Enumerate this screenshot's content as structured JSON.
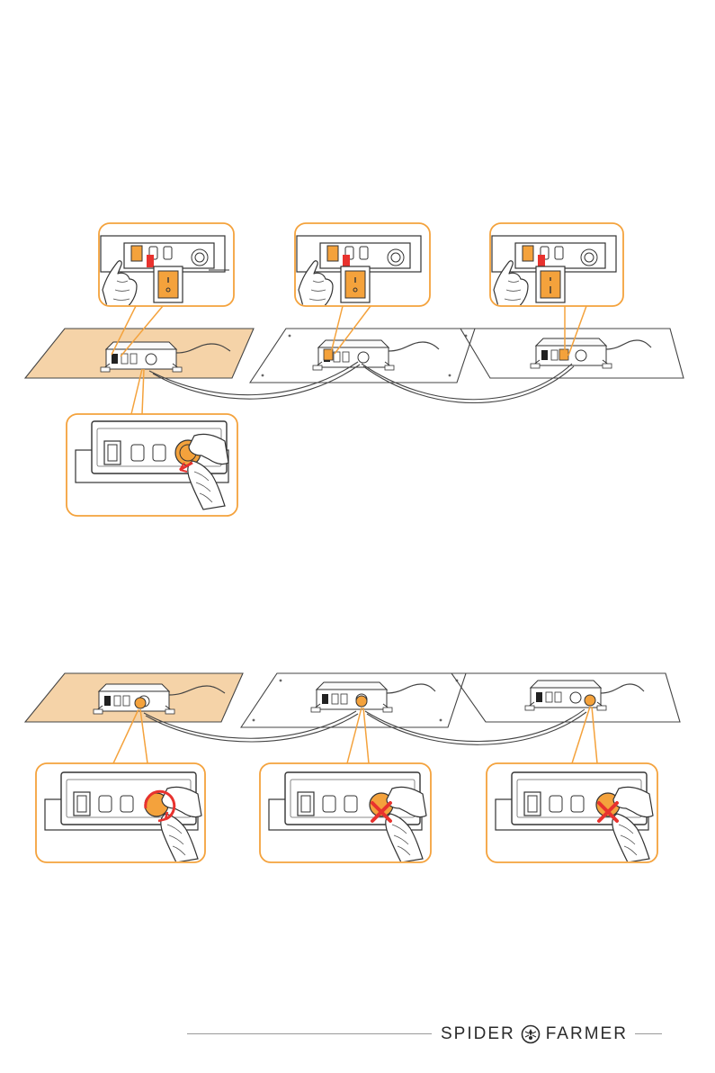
{
  "brand": {
    "word_left": "SPIDER",
    "word_right": "FARMER",
    "logo_icon": "spider-logo-icon"
  },
  "colors": {
    "accent_orange": "#f4a23c",
    "highlight_fill": "#f5d3a8",
    "indicator_red": "#e8322e",
    "line_dark": "#333333",
    "rule_gray": "#9a9a9a"
  },
  "steps": [
    {
      "id": "power-on-switches",
      "callouts": 3,
      "knob_callouts": 1
    },
    {
      "id": "dimmer-adjust",
      "callouts": 3,
      "valid_knob": 1,
      "disabled_knobs": 2
    }
  ]
}
